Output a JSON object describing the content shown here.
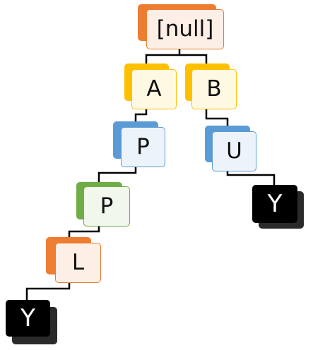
{
  "diagram": {
    "type": "trie",
    "nodes": [
      {
        "id": "root",
        "label": "[null]",
        "color": "orange"
      },
      {
        "id": "a",
        "label": "A",
        "color": "yellow"
      },
      {
        "id": "b",
        "label": "B",
        "color": "yellow"
      },
      {
        "id": "p1",
        "label": "P",
        "color": "blue"
      },
      {
        "id": "u",
        "label": "U",
        "color": "blue"
      },
      {
        "id": "p2",
        "label": "P",
        "color": "green"
      },
      {
        "id": "y1",
        "label": "Y",
        "color": "black"
      },
      {
        "id": "l",
        "label": "L",
        "color": "orange"
      },
      {
        "id": "y2",
        "label": "Y",
        "color": "black"
      }
    ],
    "edges": [
      {
        "from": "root",
        "to": "a"
      },
      {
        "from": "root",
        "to": "b"
      },
      {
        "from": "a",
        "to": "p1"
      },
      {
        "from": "b",
        "to": "u"
      },
      {
        "from": "p1",
        "to": "p2"
      },
      {
        "from": "u",
        "to": "y1"
      },
      {
        "from": "p2",
        "to": "l"
      },
      {
        "from": "l",
        "to": "y2"
      }
    ],
    "colors": {
      "orange": {
        "shadow": "#ed7d31",
        "fill": "#fdeee6",
        "border": "#ed7d31"
      },
      "yellow": {
        "shadow": "#ffc000",
        "fill": "#fff9e3",
        "border": "#ffc000"
      },
      "blue": {
        "shadow": "#5b9bd5",
        "fill": "#edf3fa",
        "border": "#5b9bd5"
      },
      "green": {
        "shadow": "#70ad47",
        "fill": "#f1f7ec",
        "border": "#70ad47"
      },
      "black": {
        "shadow": "#2a2a2a",
        "fill": "#000000",
        "border": "#000000"
      }
    }
  }
}
